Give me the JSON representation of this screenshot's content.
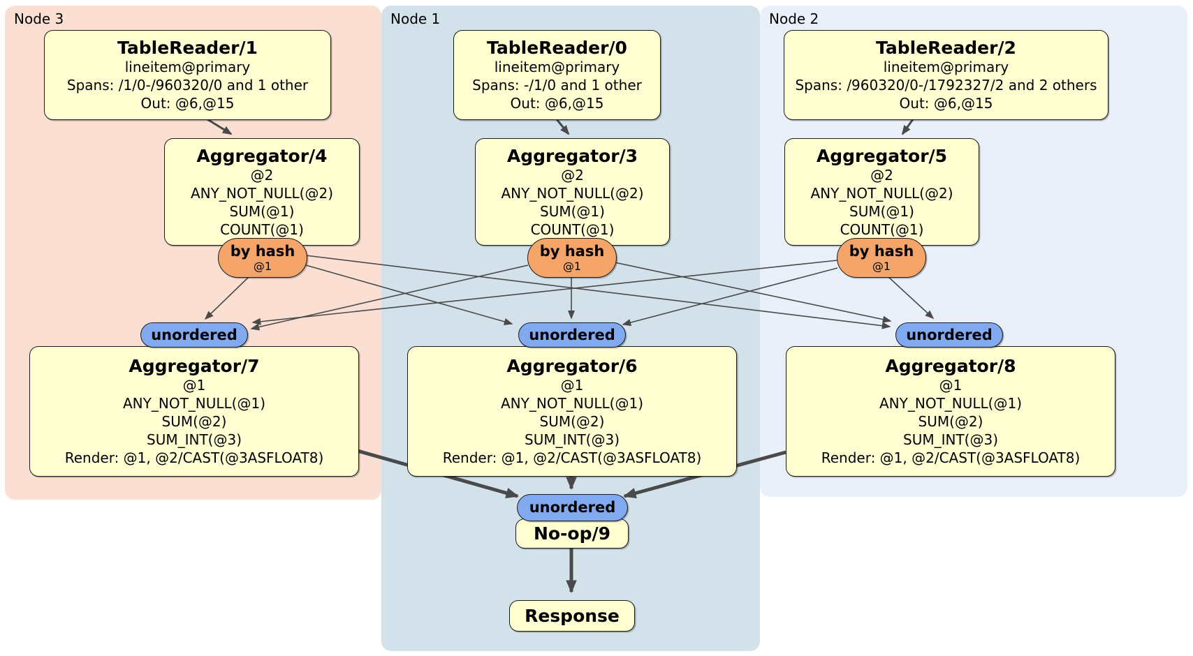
{
  "diagram": {
    "title_implicit": "distsql plan",
    "panels": [
      {
        "id": "node3",
        "label": "Node 3"
      },
      {
        "id": "node1",
        "label": "Node 1"
      },
      {
        "id": "node2",
        "label": "Node 2"
      }
    ],
    "processors": {
      "tablereader1": {
        "title": "TableReader/1",
        "lines": [
          "lineitem@primary",
          "Spans: /1/0-/960320/0 and 1 other",
          "Out: @6,@15"
        ]
      },
      "tablereader0": {
        "title": "TableReader/0",
        "lines": [
          "lineitem@primary",
          "Spans: -/1/0 and 1 other",
          "Out: @6,@15"
        ]
      },
      "tablereader2": {
        "title": "TableReader/2",
        "lines": [
          "lineitem@primary",
          "Spans: /960320/0-/1792327/2 and 2 others",
          "Out: @6,@15"
        ]
      },
      "aggregator4": {
        "title": "Aggregator/4",
        "lines": [
          "@2",
          "ANY_NOT_NULL(@2)",
          "SUM(@1)",
          "COUNT(@1)"
        ]
      },
      "aggregator3": {
        "title": "Aggregator/3",
        "lines": [
          "@2",
          "ANY_NOT_NULL(@2)",
          "SUM(@1)",
          "COUNT(@1)"
        ]
      },
      "aggregator5": {
        "title": "Aggregator/5",
        "lines": [
          "@2",
          "ANY_NOT_NULL(@2)",
          "SUM(@1)",
          "COUNT(@1)"
        ]
      },
      "aggregator7": {
        "title": "Aggregator/7",
        "lines": [
          "@1",
          "ANY_NOT_NULL(@1)",
          "SUM(@2)",
          "SUM_INT(@3)",
          "Render: @1, @2/CAST(@3ASFLOAT8)"
        ]
      },
      "aggregator6": {
        "title": "Aggregator/6",
        "lines": [
          "@1",
          "ANY_NOT_NULL(@1)",
          "SUM(@2)",
          "SUM_INT(@3)",
          "Render: @1, @2/CAST(@3ASFLOAT8)"
        ]
      },
      "aggregator8": {
        "title": "Aggregator/8",
        "lines": [
          "@1",
          "ANY_NOT_NULL(@1)",
          "SUM(@2)",
          "SUM_INT(@3)",
          "Render: @1, @2/CAST(@3ASFLOAT8)"
        ]
      },
      "noop9": {
        "title": "No-op/9",
        "lines": []
      },
      "response": {
        "title": "Response",
        "lines": []
      }
    },
    "router": {
      "label": "by hash",
      "key": "@1"
    },
    "stream": {
      "label": "unordered"
    },
    "edges": [
      {
        "from": "tablereader1",
        "to": "aggregator4"
      },
      {
        "from": "tablereader0",
        "to": "aggregator3"
      },
      {
        "from": "tablereader2",
        "to": "aggregator5"
      },
      {
        "from": "byhash-node3",
        "to": "unordered-node3"
      },
      {
        "from": "byhash-node3",
        "to": "unordered-node1"
      },
      {
        "from": "byhash-node3",
        "to": "unordered-node2"
      },
      {
        "from": "byhash-node1",
        "to": "unordered-node3"
      },
      {
        "from": "byhash-node1",
        "to": "unordered-node1"
      },
      {
        "from": "byhash-node1",
        "to": "unordered-node2"
      },
      {
        "from": "byhash-node2",
        "to": "unordered-node3"
      },
      {
        "from": "byhash-node2",
        "to": "unordered-node1"
      },
      {
        "from": "byhash-node2",
        "to": "unordered-node2"
      },
      {
        "from": "aggregator7",
        "to": "unordered-final"
      },
      {
        "from": "aggregator6",
        "to": "unordered-final"
      },
      {
        "from": "aggregator8",
        "to": "unordered-final"
      },
      {
        "from": "noop9",
        "to": "response"
      }
    ],
    "colors": {
      "panel-node3": "#fbdfd2",
      "panel-node1": "#d2e1ea",
      "panel-node2": "#eaf0fa",
      "box-fill": "#ffffd2",
      "router-fill": "#f5a46a",
      "stream-fill": "#80a9f0",
      "edge": "#4a4a4a"
    }
  }
}
